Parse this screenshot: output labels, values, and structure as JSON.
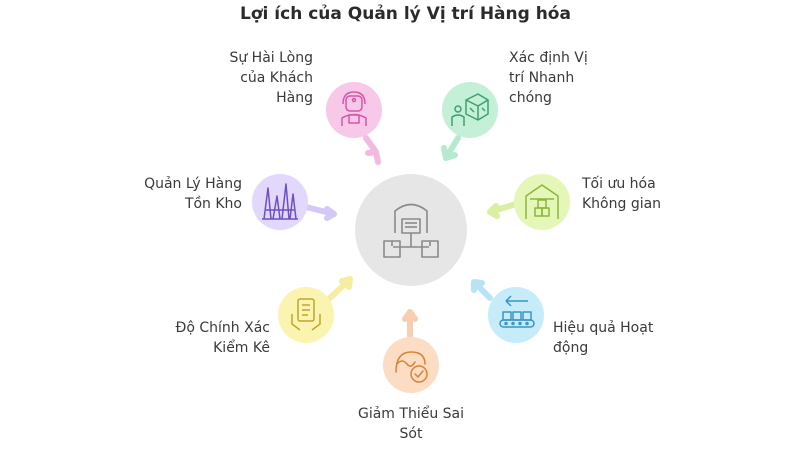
{
  "title": "Lợi ích của Quản lý Vị trí Hàng hóa",
  "benefits": [
    {
      "id": "customer",
      "lines": [
        "Sự Hài Lòng",
        "của Khách",
        "Hàng"
      ],
      "icon": "customer-service-icon",
      "color": "#f8c8e8"
    },
    {
      "id": "locate",
      "lines": [
        "Xác định Vị",
        "trí Nhanh",
        "chóng"
      ],
      "icon": "worker-locating-box-icon",
      "color": "#c4f0d8"
    },
    {
      "id": "space",
      "lines": [
        "Tối ưu hóa",
        "Không gian"
      ],
      "icon": "warehouse-boxes-icon",
      "color": "#e4f7b8"
    },
    {
      "id": "efficiency",
      "lines": [
        "Hiệu quả Hoạt",
        "động"
      ],
      "icon": "conveyor-belt-icon",
      "color": "#c6ecfa"
    },
    {
      "id": "errors",
      "lines": [
        "Giảm Thiểu Sai",
        "Sót"
      ],
      "icon": "checkmark-graph-icon",
      "color": "#fcdcc2"
    },
    {
      "id": "accuracy",
      "lines": [
        "Độ Chính Xác",
        "Kiểm Kê"
      ],
      "icon": "clipboard-hands-icon",
      "color": "#fbf4b0"
    },
    {
      "id": "inventory",
      "lines": [
        "Quản Lý Hàng",
        "Tồn Kho"
      ],
      "icon": "stock-chart-icon",
      "color": "#e2d8fb"
    }
  ],
  "center": {
    "icon": "warehouse-network-icon",
    "color": "#e6e6e6"
  }
}
